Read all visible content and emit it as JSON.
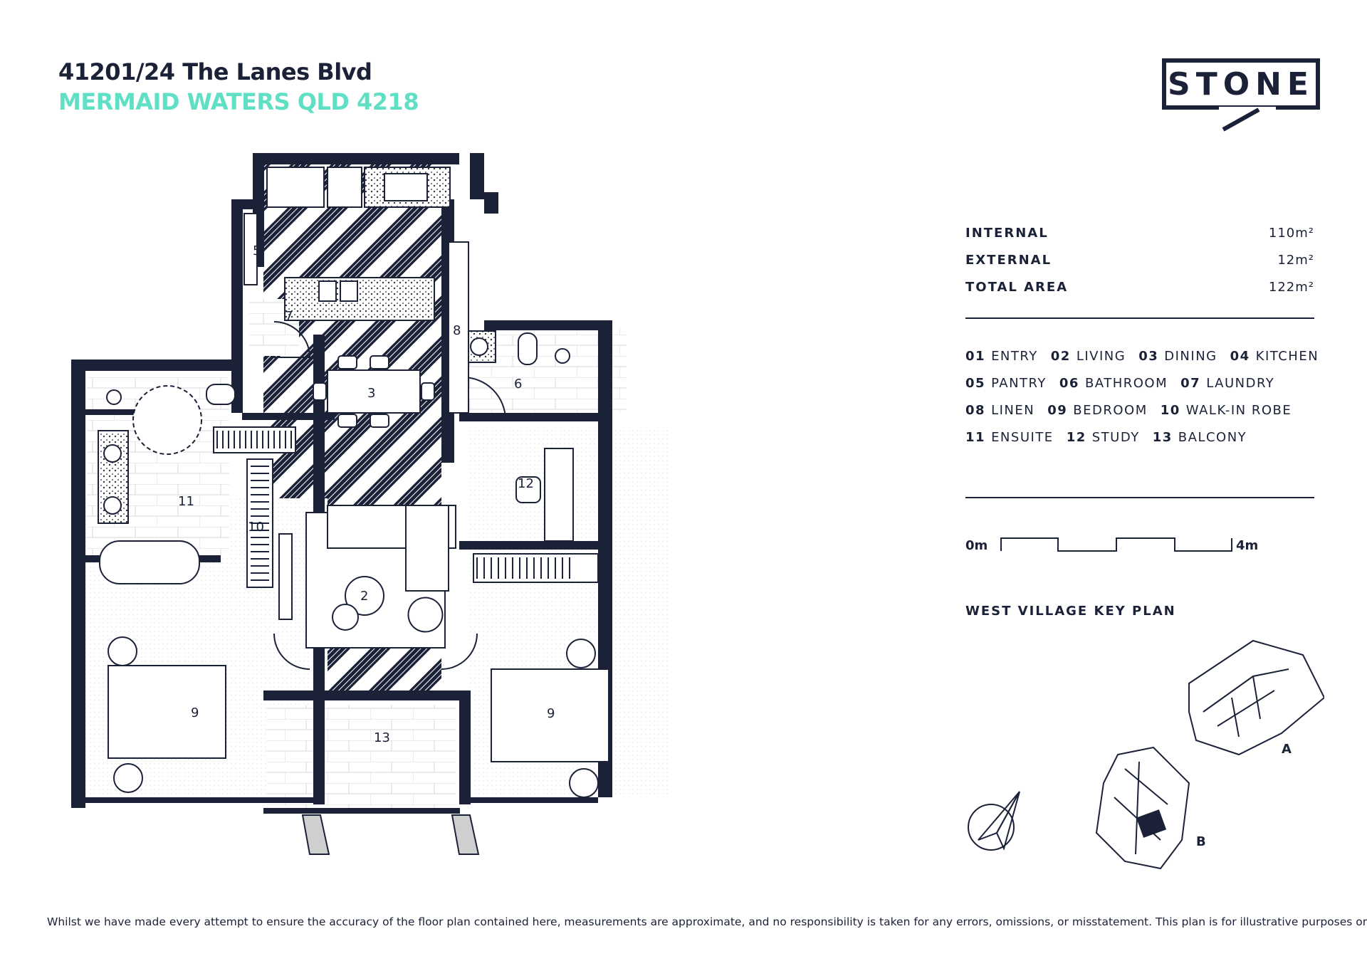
{
  "header": {
    "address_line1": "41201/24 The Lanes Blvd",
    "address_line2": "MERMAID WATERS QLD 4218",
    "accent_color": "#5fe0c4",
    "brand_color": "#1b2238"
  },
  "logo": {
    "text": "STONE"
  },
  "areas": [
    {
      "label": "INTERNAL",
      "value": "110m²"
    },
    {
      "label": "EXTERNAL",
      "value": "12m²"
    },
    {
      "label": "TOTAL AREA",
      "value": "122m²"
    }
  ],
  "legend": [
    {
      "num": "01",
      "name": "ENTRY"
    },
    {
      "num": "02",
      "name": "LIVING"
    },
    {
      "num": "03",
      "name": "DINING"
    },
    {
      "num": "04",
      "name": "KITCHEN"
    },
    {
      "num": "05",
      "name": "PANTRY"
    },
    {
      "num": "06",
      "name": "BATHROOM"
    },
    {
      "num": "07",
      "name": "LAUNDRY"
    },
    {
      "num": "08",
      "name": "LINEN"
    },
    {
      "num": "09",
      "name": "BEDROOM"
    },
    {
      "num": "10",
      "name": "WALK-IN ROBE"
    },
    {
      "num": "11",
      "name": "ENSUITE"
    },
    {
      "num": "12",
      "name": "STUDY"
    },
    {
      "num": "13",
      "name": "BALCONY"
    }
  ],
  "scale": {
    "start": "0m",
    "end": "4m"
  },
  "key_plan": {
    "title": "WEST VILLAGE KEY PLAN",
    "building_a": "A",
    "building_b": "B"
  },
  "plan_labels": {
    "living": "2",
    "dining": "3",
    "pantry": "5",
    "bathroom": "6",
    "laundry": "7",
    "linen": "8",
    "bedroom": "9",
    "walk_in_robe": "10",
    "ensuite": "11",
    "study": "12",
    "balcony": "13"
  },
  "disclaimer": "Whilst we have made every attempt to ensure the accuracy of the floor plan contained here, measurements are approximate, and no responsibility is taken for any errors, omissions, or misstatement. This plan is for illustrative purposes only."
}
